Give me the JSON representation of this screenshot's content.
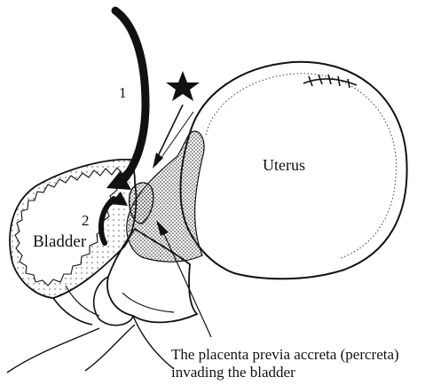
{
  "labels": {
    "arrow_1": "1",
    "arrow_2": "2",
    "uterus": "Uterus",
    "bladder": "Bladder"
  },
  "caption": {
    "line1": "The placenta previa accreta (percreta)",
    "line2": "invading the bladder"
  },
  "colors": {
    "stroke": "#111111",
    "background": "#ffffff"
  }
}
